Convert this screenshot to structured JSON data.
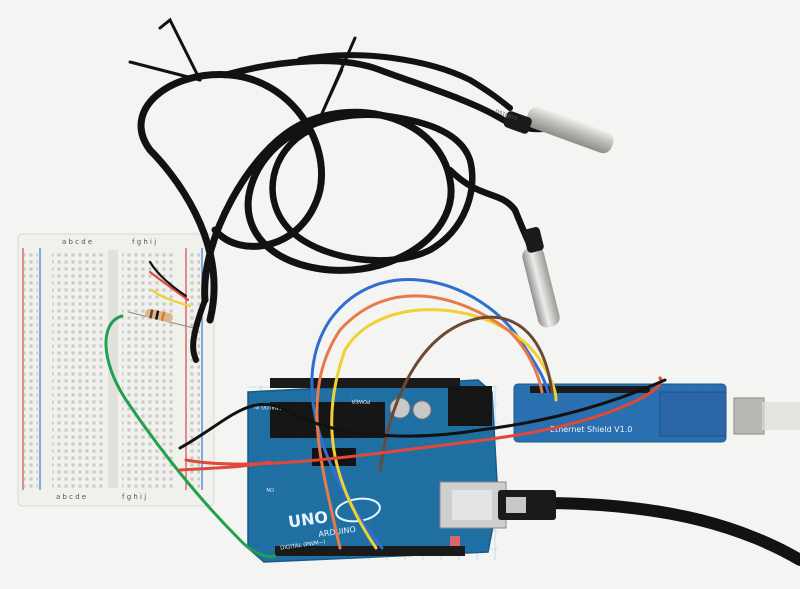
{
  "breadboard": {
    "column_labels_top": "a b c d e",
    "column_labels_right_top": "f g h i j",
    "column_labels_bottom_left": "a b c d e",
    "column_labels_bottom_right": "f g h i j"
  },
  "arduino": {
    "model_text": "UNO",
    "brand_text": "ARDUINO",
    "digital_label": "DIGITAL (PWM~)",
    "power_label": "POWER",
    "analog_label": "ANALOG IN",
    "on_label": "ON"
  },
  "shield": {
    "label": "Ethernet Shield V1.0"
  },
  "sensor_probe": {
    "marking": "DS18B20"
  },
  "colors": {
    "background": "#f4f4f2",
    "breadboard": "#f2f2ee",
    "arduino_board": "#1f6fa3",
    "shield_board": "#2a6fb0",
    "cable": "#121212",
    "wire_red": "#e0483a",
    "wire_yellow": "#f0d032",
    "wire_blue": "#2f6fd0",
    "wire_brown": "#6a4a36",
    "wire_orange": "#e87a4a",
    "wire_green": "#22a050",
    "probe_steel": "#c8c8c4"
  }
}
